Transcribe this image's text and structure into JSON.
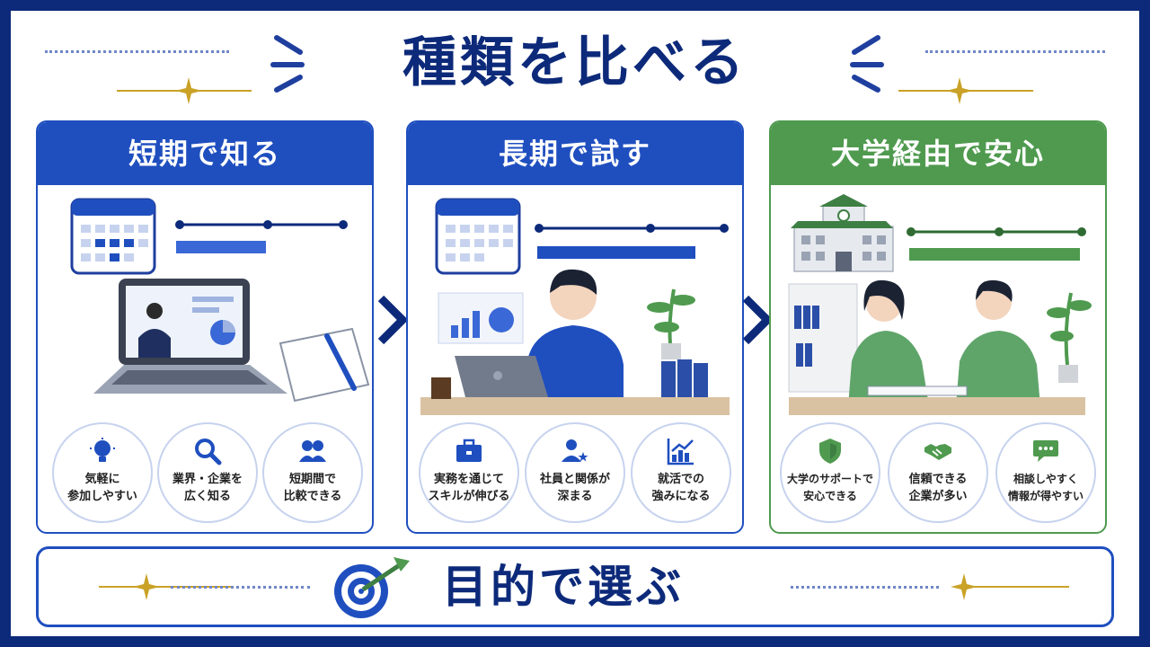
{
  "header": {
    "title": "種類を比べる"
  },
  "cards": [
    {
      "title": "短期で知る",
      "color": "#1f4fbf",
      "points": [
        {
          "icon": "lightbulb-icon",
          "text": "気軽に\n参加しやすい"
        },
        {
          "icon": "magnifier-icon",
          "text": "業界・企業を\n広く知る"
        },
        {
          "icon": "people-icon",
          "text": "短期間で\n比較できる"
        }
      ]
    },
    {
      "title": "長期で試す",
      "color": "#1f4fbf",
      "points": [
        {
          "icon": "briefcase-icon",
          "text": "実務を通じて\nスキルが伸びる"
        },
        {
          "icon": "person-star-icon",
          "text": "社員と関係が\n深まる"
        },
        {
          "icon": "growth-chart-icon",
          "text": "就活での\n強みになる"
        }
      ]
    },
    {
      "title": "大学経由で安心",
      "color": "#4f9a4f",
      "points": [
        {
          "icon": "shield-icon",
          "text": "大学のサポートで\n安心できる"
        },
        {
          "icon": "handshake-icon",
          "text": "信頼できる\n企業が多い"
        },
        {
          "icon": "chat-bubble-icon",
          "text": "相談しやすく\n情報が得やすい"
        }
      ]
    }
  ],
  "footer": {
    "text": "目的で選ぶ"
  },
  "colors": {
    "navy": "#0d2a7a",
    "blue": "#1f4fbf",
    "green": "#4f9a4f",
    "gold": "#c9a227"
  }
}
